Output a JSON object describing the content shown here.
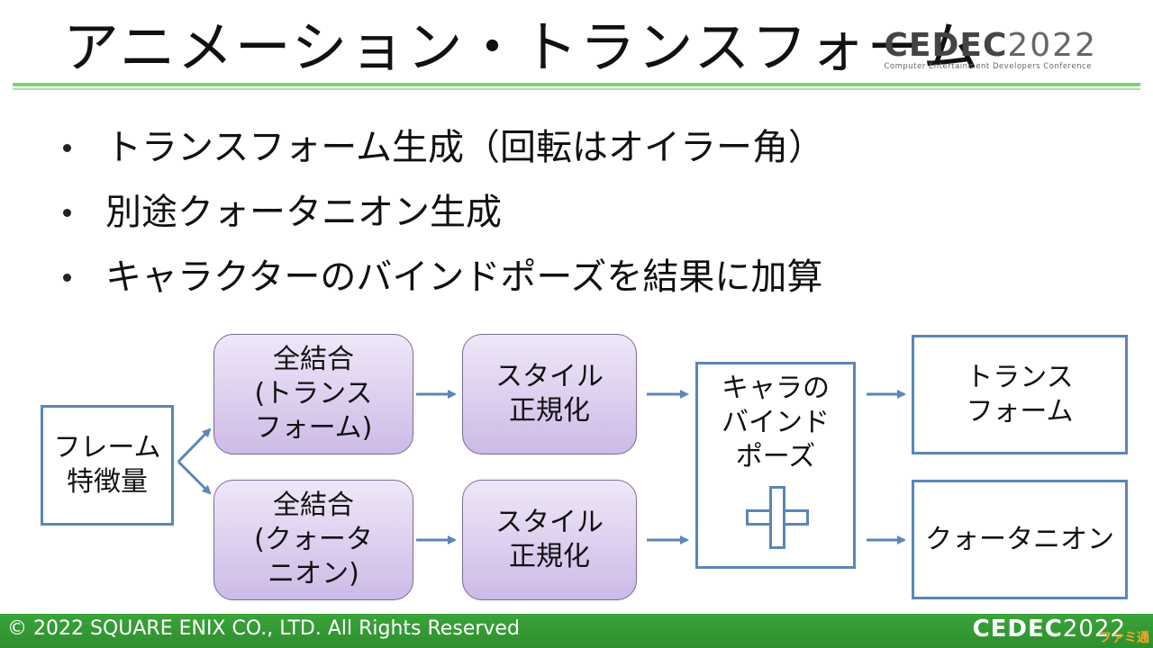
{
  "slide": {
    "title": "アニメーション・トランスフォーム",
    "bullets": [
      "トランスフォーム生成（回転はオイラー角）",
      "別途クォータニオン生成",
      "キャラクターのバインドポーズを結果に加算"
    ]
  },
  "logo": {
    "mark": "CEDEC",
    "year": "2022",
    "subtitle": "Computer Entertainment Developers Conference"
  },
  "diagram": {
    "input": "フレーム\n特徴量",
    "fc_transform": "全結合\n(トランス\nフォーム)",
    "fc_quaternion": "全結合\n(クォータ\nニオン)",
    "style_norm_top": "スタイル\n正規化",
    "style_norm_bottom": "スタイル\n正規化",
    "bind_pose": "キャラの\nバインド\nポーズ",
    "output_transform": "トランス\nフォーム",
    "output_quaternion": "クォータニオン"
  },
  "footer": {
    "copyright": "© 2022 SQUARE ENIX CO., LTD. All Rights Reserved",
    "logo_mark": "CEDEC",
    "logo_year": "2022",
    "corner_mark": "ファミ通"
  },
  "colors": {
    "accent_green": "#3aa43a",
    "box_border": "#5b86b8",
    "rounded_fill": "#cdbae6",
    "arrow": "#5b86b8"
  }
}
